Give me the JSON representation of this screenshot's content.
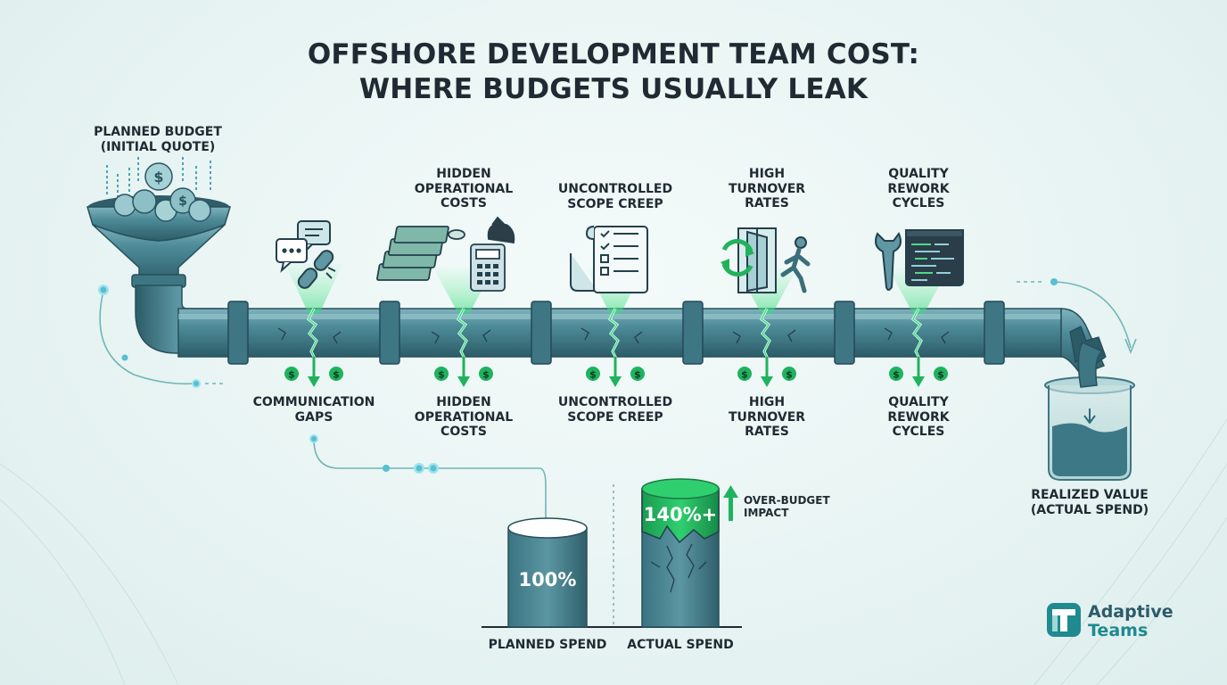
{
  "title": {
    "line1": "OFFSHORE DEVELOPMENT TEAM COST:",
    "line2": "WHERE BUDGETS USUALLY LEAK"
  },
  "source": {
    "line1": "PLANNED BUDGET",
    "line2": "(INITIAL QUOTE)"
  },
  "leaks_top": [
    {
      "lines": [
        "HIDDEN",
        "OPERATIONAL",
        "COSTS"
      ]
    },
    {
      "lines": [
        "UNCONTROLLED",
        "SCOPE CREEP"
      ]
    },
    {
      "lines": [
        "HIGH",
        "TURNOVER",
        "RATES"
      ]
    },
    {
      "lines": [
        "QUALITY",
        "REWORK",
        "CYCLES"
      ]
    }
  ],
  "leaks_bottom": [
    {
      "lines": [
        "COMMUNICATION",
        "GAPS"
      ]
    },
    {
      "lines": [
        "HIDDEN",
        "OPERATIONAL",
        "COSTS"
      ]
    },
    {
      "lines": [
        "UNCONTROLLED",
        "SCOPE CREEP"
      ]
    },
    {
      "lines": [
        "HIGH",
        "TURNOVER",
        "RATES"
      ]
    },
    {
      "lines": [
        "QUALITY",
        "REWORK",
        "CYCLES"
      ]
    }
  ],
  "destination": {
    "line1": "REALIZED VALUE",
    "line2": "(ACTUAL SPEND)"
  },
  "comparison": {
    "planned_value": "100%",
    "planned_label": "PLANNED SPEND",
    "actual_value": "140%+",
    "actual_label": "ACTUAL SPEND",
    "impact_line1": "OVER-BUDGET",
    "impact_line2": "IMPACT"
  },
  "brand": {
    "name_line1": "Adaptive",
    "name_line2": "Teams",
    "logo_letter": "T"
  },
  "icons": [
    "funnel-coins-icon",
    "chat-broken-link-icon",
    "cash-calculator-icon",
    "checklist-scroll-icon",
    "revolving-door-icon",
    "wrench-code-icon",
    "beaker-icon",
    "dollar-coin-icon",
    "arrow-up-icon"
  ],
  "colors": {
    "pipe": "#4a8593",
    "pipe_dark": "#2e5f6b",
    "leak_green": "#2dcc6f",
    "accent_teal": "#1e7e86",
    "text": "#1f2a33"
  }
}
